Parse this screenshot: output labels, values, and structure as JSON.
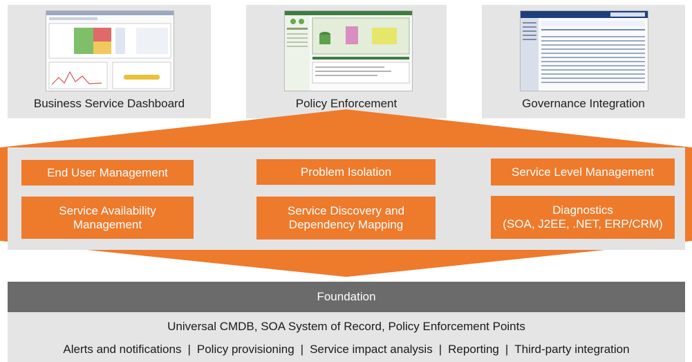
{
  "panels": [
    {
      "caption": "Business Service Dashboard"
    },
    {
      "caption": "Policy Enforcement"
    },
    {
      "caption": "Governance Integration"
    }
  ],
  "capabilities": [
    {
      "lines": [
        "End User Management"
      ]
    },
    {
      "lines": [
        "Problem Isolation"
      ]
    },
    {
      "lines": [
        "Service Level Management"
      ]
    },
    {
      "lines": [
        "Service Availability",
        "Management"
      ]
    },
    {
      "lines": [
        "Service Discovery and",
        "Dependency Mapping"
      ]
    },
    {
      "lines": [
        "Diagnostics",
        "(SOA, J2EE, .NET, ERP/CRM)"
      ]
    }
  ],
  "foundation": {
    "title": "Foundation",
    "line1": "Universal CMDB, SOA System of Record, Policy Enforcement Points",
    "items": [
      "Alerts and notifications",
      "Policy provisioning",
      "Service impact analysis",
      "Reporting",
      "Third-party integration"
    ],
    "separator": "|"
  },
  "colors": {
    "accent": "#ee7a2c",
    "foundation_bar": "#6b6b6b",
    "panel": "#e5e5e5"
  }
}
